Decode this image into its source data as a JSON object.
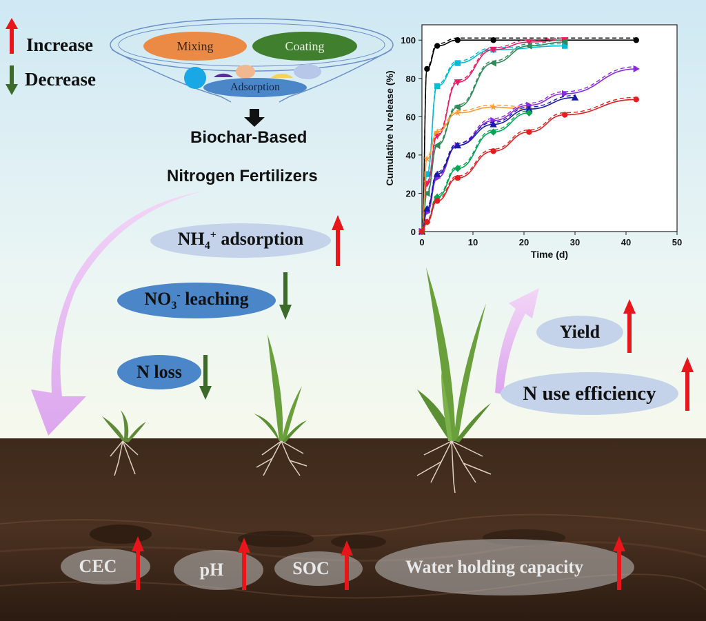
{
  "legend": {
    "increase_label": "Increase",
    "decrease_label": "Decrease"
  },
  "funnel": {
    "mixing_label": "Mixing",
    "coating_label": "Coating",
    "adsorption_label": "Adsorption"
  },
  "title": {
    "line1": "Biochar-Based",
    "line2": "Nitrogen Fertilizers"
  },
  "effects": {
    "nh4_base": "NH",
    "nh4_sub": "4",
    "nh4_sup": "+",
    "nh4_rest": " adsorption",
    "no3_base": "NO",
    "no3_sub": "3",
    "no3_sup": "-",
    "no3_rest": " leaching",
    "n_loss": "N loss",
    "yield": "Yield",
    "n_use_efficiency": "N use efficiency"
  },
  "soil": {
    "cec": "CEC",
    "ph": "pH",
    "soc": "SOC",
    "water_holding": "Water holding capacity"
  },
  "colors": {
    "increase_arrow": "#e8161b",
    "decrease_arrow": "#3b6a2a",
    "dark_ellipse": "#4a86c8",
    "light_ellipse": "#c5d3ea",
    "soil": "#3b2618",
    "curve_arrow": "#e8b5f0"
  },
  "chart_data": {
    "type": "line",
    "xlabel": "Time (d)",
    "ylabel": "Cumulative N release (%)",
    "xlim": [
      0,
      50
    ],
    "ylim": [
      0,
      108
    ],
    "x_ticks": [
      0,
      10,
      20,
      30,
      40,
      50
    ],
    "y_ticks": [
      0,
      20,
      40,
      60,
      80,
      100
    ],
    "series": [
      {
        "color": "#000000",
        "marker": "circle",
        "x": [
          0,
          1,
          3,
          7,
          14,
          28,
          42
        ],
        "y": [
          0,
          85,
          97,
          100,
          100,
          100,
          100
        ]
      },
      {
        "color": "#00bcd4",
        "marker": "square",
        "x": [
          0,
          1,
          3,
          7,
          14,
          28
        ],
        "y": [
          0,
          30,
          76,
          88,
          95,
          97
        ]
      },
      {
        "color": "#e91e63",
        "marker": "triangle-down",
        "x": [
          0,
          1,
          3,
          7,
          14,
          21,
          28
        ],
        "y": [
          0,
          25,
          50,
          78,
          95,
          99,
          100
        ]
      },
      {
        "color": "#2e8b57",
        "marker": "triangle-left",
        "x": [
          0,
          1,
          3,
          7,
          14,
          21,
          28
        ],
        "y": [
          0,
          20,
          45,
          65,
          88,
          97,
          99
        ]
      },
      {
        "color": "#ff9933",
        "marker": "star",
        "x": [
          0,
          1,
          3,
          7,
          14,
          21
        ],
        "y": [
          0,
          38,
          52,
          62,
          65,
          64
        ]
      },
      {
        "color": "#8a2be2",
        "marker": "triangle-right",
        "x": [
          0,
          1,
          3,
          7,
          14,
          21,
          28,
          42
        ],
        "y": [
          0,
          10,
          28,
          45,
          58,
          66,
          72,
          85
        ]
      },
      {
        "color": "#1a1aa8",
        "marker": "triangle-up",
        "x": [
          0,
          1,
          3,
          7,
          14,
          21,
          30
        ],
        "y": [
          0,
          12,
          30,
          45,
          56,
          64,
          70
        ]
      },
      {
        "color": "#00a651",
        "marker": "diamond",
        "x": [
          0,
          1,
          3,
          7,
          14,
          21
        ],
        "y": [
          0,
          5,
          18,
          33,
          52,
          62
        ]
      },
      {
        "color": "#e02020",
        "marker": "circle",
        "x": [
          0,
          1,
          3,
          7,
          14,
          21,
          28,
          42
        ],
        "y": [
          0,
          5,
          16,
          28,
          42,
          52,
          61,
          69
        ]
      }
    ]
  }
}
